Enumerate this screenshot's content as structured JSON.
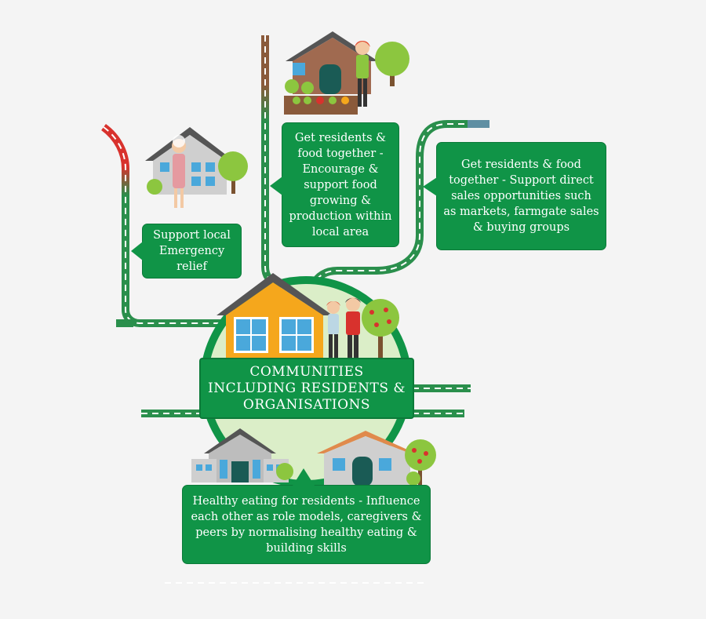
{
  "central": {
    "label": "COMMUNITIES INCLUDING RESIDENTS & ORGANISATIONS"
  },
  "callouts": {
    "emergency": "Support local Emergency relief",
    "growing": "Get residents & food together - Encourage & support food growing & production within local area",
    "sales": "Get residents & food together - Support direct sales opportunities such as markets, farmgate sales & buying groups",
    "healthy": "Healthy eating for residents - Influence each other as role models, caregivers & peers by normalising healthy eating & building skills"
  },
  "colors": {
    "accent_green": "#109447",
    "circle_fill": "#dbeec8",
    "house_orange": "#f5a71c",
    "road_green": "#2a8f4c",
    "road_red": "#d8322d",
    "road_brown": "#8a5a3b"
  },
  "icons": [
    "house-icon",
    "person-icon",
    "tree-icon",
    "garden-icon",
    "road-icon"
  ]
}
